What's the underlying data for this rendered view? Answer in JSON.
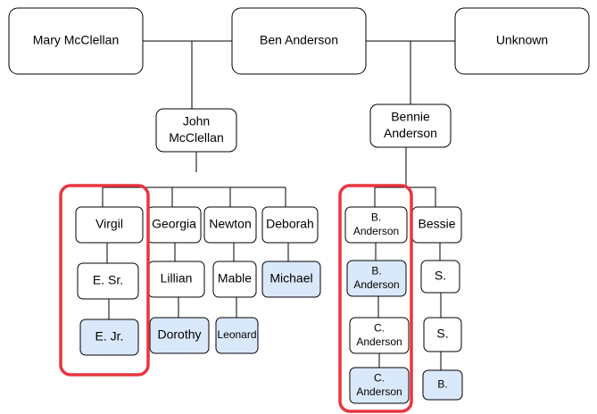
{
  "colors": {
    "plain_fill": "#ffffff",
    "light_fill": "#dae8fc",
    "light_stroke": "#6c8ebf",
    "highlight": "#e8353f"
  },
  "nodes": {
    "mary": {
      "label": [
        "Mary McClellan"
      ]
    },
    "ben": {
      "label": [
        "Ben Anderson"
      ]
    },
    "unknown": {
      "label": [
        "Unknown"
      ]
    },
    "john": {
      "label": [
        "John",
        "McClellan"
      ]
    },
    "bennie": {
      "label": [
        "Bennie",
        "Anderson"
      ]
    },
    "virgil": {
      "label": [
        "Virgil"
      ]
    },
    "georgia": {
      "label": [
        "Georgia"
      ]
    },
    "newton": {
      "label": [
        "Newton"
      ]
    },
    "deborah": {
      "label": [
        "Deborah"
      ]
    },
    "esr": {
      "label": [
        "E. Sr."
      ]
    },
    "lillian": {
      "label": [
        "Lillian"
      ]
    },
    "mable": {
      "label": [
        "Mable"
      ]
    },
    "michael": {
      "label": [
        "Michael"
      ]
    },
    "ejr": {
      "label": [
        "E. Jr."
      ]
    },
    "dorothy": {
      "label": [
        "Dorothy"
      ]
    },
    "leonard": {
      "label": [
        "Leonard"
      ]
    },
    "banderson1": {
      "label": [
        "B.",
        "Anderson"
      ]
    },
    "bessie": {
      "label": [
        "Bessie"
      ]
    },
    "banderson2": {
      "label": [
        "B.",
        "Anderson"
      ]
    },
    "s1": {
      "label": [
        "S."
      ]
    },
    "canderson1": {
      "label": [
        "C.",
        "Anderson"
      ]
    },
    "s2": {
      "label": [
        "S."
      ]
    },
    "canderson2": {
      "label": [
        "C.",
        "Anderson"
      ]
    },
    "b": {
      "label": [
        "B."
      ]
    }
  }
}
